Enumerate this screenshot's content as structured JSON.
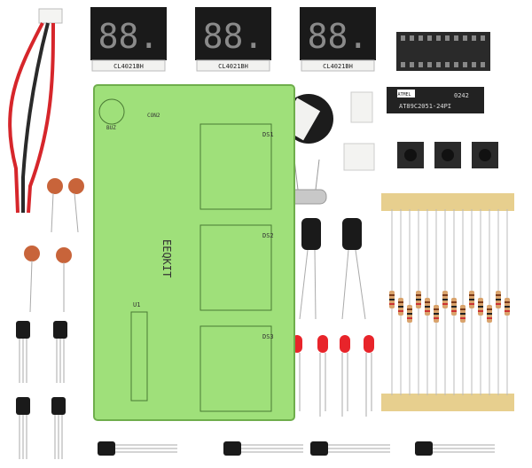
{
  "displays": [
    {
      "digits": "88.",
      "part": "CL4021BH"
    },
    {
      "digits": "88.",
      "part": "CL4021BH"
    },
    {
      "digits": "88.",
      "part": "CL4021BH"
    }
  ],
  "chip": {
    "brand": "ATMEL",
    "model": "AT89C2051-24PI",
    "code": "0242"
  },
  "board": {
    "brand": "EEQKIT",
    "labels": [
      "DS1",
      "DS2",
      "DS3",
      "U1",
      "BUZ",
      "CON2"
    ]
  },
  "colors": {
    "pcb": "#9fe07a",
    "led": "#e8242a",
    "capacitor": "#1a1a1a",
    "resistor_body": "#d9a36c",
    "tape": "#e7cf8e"
  }
}
